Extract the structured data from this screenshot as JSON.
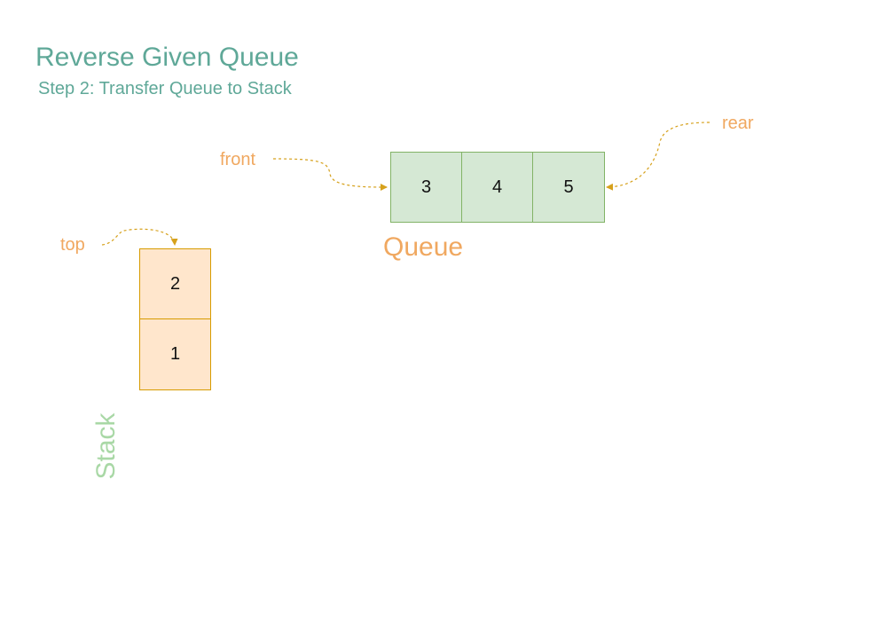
{
  "title": "Reverse Given Queue",
  "subtitle": "Step 2: Transfer Queue to Stack",
  "queue": {
    "label": "Queue",
    "items": [
      "3",
      "4",
      "5"
    ],
    "front_label": "front",
    "rear_label": "rear"
  },
  "stack": {
    "label": "Stack",
    "items": [
      "2",
      "1"
    ],
    "top_label": "top"
  },
  "colors": {
    "title": "#5fa898",
    "pointer_label": "#f0a860",
    "arrow": "#d6a11c",
    "queue_fill": "#d5e8d4",
    "queue_stroke": "#82b366",
    "stack_fill": "#ffe6cc",
    "stack_stroke": "#d79b00",
    "stack_label": "#a9d8a6"
  }
}
